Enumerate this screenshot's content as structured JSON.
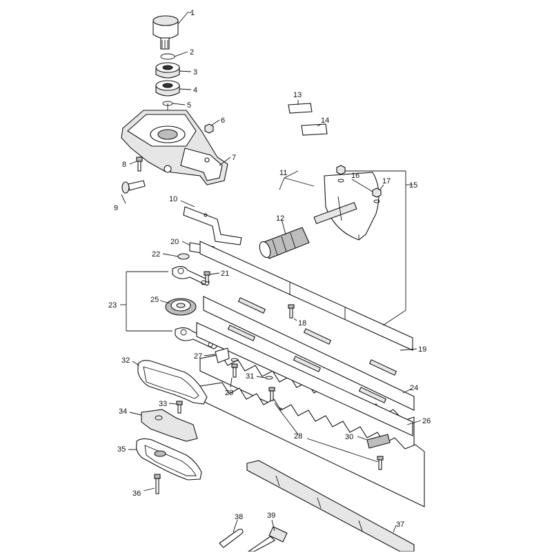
{
  "diagram": {
    "callouts": [
      {
        "id": "1",
        "text": "1"
      },
      {
        "id": "2",
        "text": "2"
      },
      {
        "id": "3",
        "text": "3"
      },
      {
        "id": "4",
        "text": "4"
      },
      {
        "id": "5",
        "text": "5"
      },
      {
        "id": "6",
        "text": "6"
      },
      {
        "id": "7",
        "text": "7"
      },
      {
        "id": "8",
        "text": "8"
      },
      {
        "id": "9",
        "text": "9"
      },
      {
        "id": "10",
        "text": "10"
      },
      {
        "id": "11",
        "text": "11"
      },
      {
        "id": "12",
        "text": "12"
      },
      {
        "id": "13",
        "text": "13"
      },
      {
        "id": "14",
        "text": "14"
      },
      {
        "id": "15",
        "text": "15"
      },
      {
        "id": "16",
        "text": "16"
      },
      {
        "id": "17",
        "text": "17"
      },
      {
        "id": "18",
        "text": "18"
      },
      {
        "id": "19",
        "text": "19"
      },
      {
        "id": "20",
        "text": "20"
      },
      {
        "id": "21",
        "text": "21"
      },
      {
        "id": "22",
        "text": "22"
      },
      {
        "id": "23",
        "text": "23"
      },
      {
        "id": "24",
        "text": "24"
      },
      {
        "id": "25",
        "text": "25"
      },
      {
        "id": "26",
        "text": "26"
      },
      {
        "id": "27",
        "text": "27"
      },
      {
        "id": "28",
        "text": "28"
      },
      {
        "id": "29",
        "text": "29"
      },
      {
        "id": "30",
        "text": "30"
      },
      {
        "id": "31",
        "text": "31"
      },
      {
        "id": "32",
        "text": "32"
      },
      {
        "id": "33",
        "text": "33"
      },
      {
        "id": "34",
        "text": "34"
      },
      {
        "id": "35",
        "text": "35"
      },
      {
        "id": "36",
        "text": "36"
      },
      {
        "id": "37",
        "text": "37"
      },
      {
        "id": "38",
        "text": "38"
      },
      {
        "id": "39",
        "text": "39"
      }
    ]
  }
}
